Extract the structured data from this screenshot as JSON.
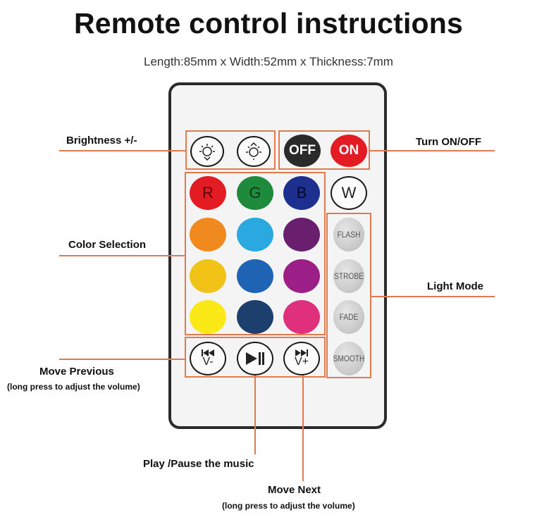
{
  "title": "Remote control instructions",
  "dimensions": "Length:85mm x Width:52mm x Thickness:7mm",
  "buttons": {
    "off": "OFF",
    "on": "ON",
    "r": "R",
    "g": "G",
    "b": "B",
    "w": "W",
    "flash": "FLASH",
    "strobe": "STROBE",
    "fade": "FADE",
    "smooth": "SMOOTH",
    "vol_down": "V-",
    "vol_up": "V+"
  },
  "colors": {
    "accent_lines": "#e07a4f",
    "off": "#2a2a2a",
    "on": "#e31b23",
    "r": "#e31b23",
    "g": "#1e8a3c",
    "b": "#1d2f8f",
    "row2": [
      "#f08a1e",
      "#2aa9e0",
      "#6a1f6e"
    ],
    "row3": [
      "#f2c317",
      "#1f63b5",
      "#9b1f86"
    ],
    "row4": [
      "#fbe917",
      "#1d3f6e",
      "#e02f7c"
    ]
  },
  "callouts": {
    "brightness": "Brightness +/-",
    "turn_on_off": "Turn ON/OFF",
    "color_selection": "Color Selection",
    "light_mode": "Light Mode",
    "move_previous": "Move Previous",
    "move_previous_note": "(long press to adjust the volume)",
    "play_pause": "Play /Pause the music",
    "move_next": "Move Next",
    "move_next_note": "(long press to adjust the volume)"
  }
}
